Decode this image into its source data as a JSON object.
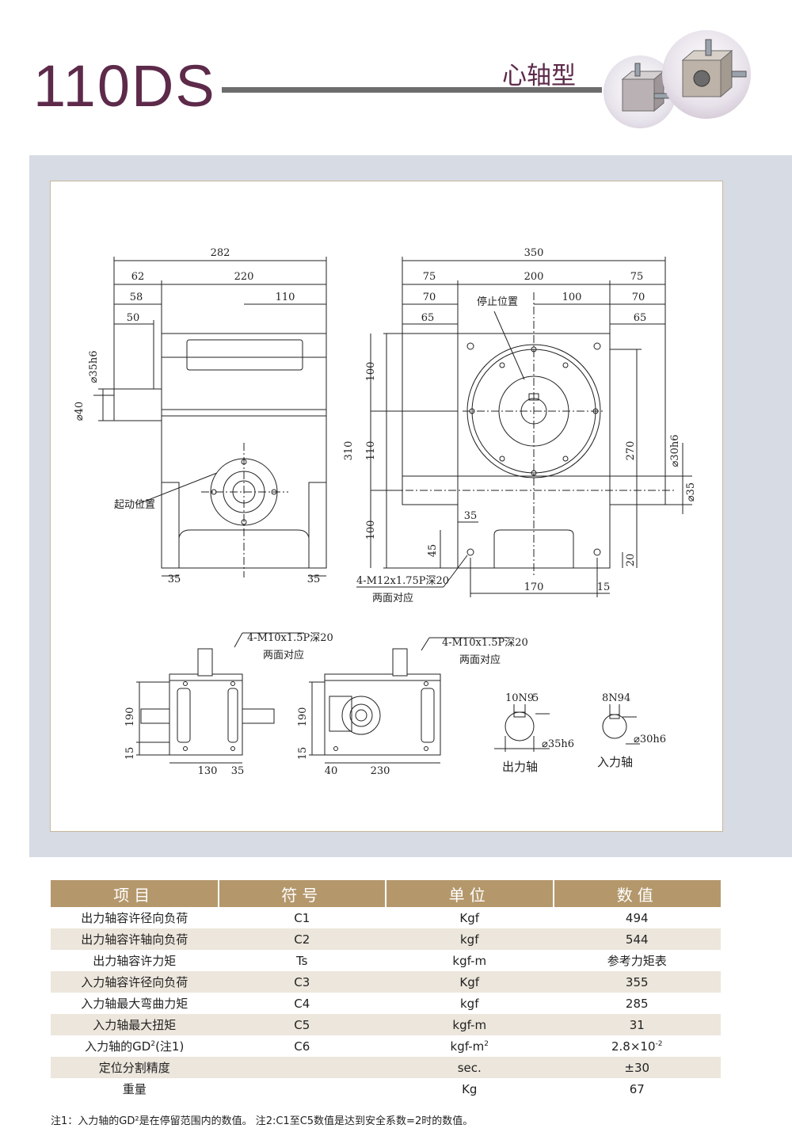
{
  "header": {
    "model": "110DS",
    "type_label": "心轴型"
  },
  "drawing": {
    "side_view": {
      "dims": [
        "282",
        "62",
        "220",
        "58",
        "110",
        "50",
        "⌀35h6",
        "⌀40",
        "35",
        "35"
      ],
      "label_start": "起动位置"
    },
    "front_view": {
      "dims": [
        "350",
        "75",
        "200",
        "75",
        "70",
        "100",
        "70",
        "65",
        "65",
        "100",
        "110",
        "100",
        "310",
        "270",
        "⌀30h6",
        "⌀35",
        "35",
        "45",
        "20",
        "170",
        "15"
      ],
      "label_stop": "停止位置",
      "note_line1": "4-M12x1.75P深20",
      "note_line2": "两面对应"
    },
    "bottom_left": {
      "dims": [
        "190",
        "15",
        "130",
        "35"
      ],
      "note_line1": "4-M10x1.5P深20",
      "note_line2": "两面对应"
    },
    "bottom_right": {
      "dims": [
        "190",
        "15",
        "40",
        "230"
      ],
      "note_line1": "4-M10x1.5P深20",
      "note_line2": "两面对应"
    },
    "output_shaft": {
      "key": "10N9",
      "depth": "5",
      "dia": "⌀35h6",
      "label": "出力轴"
    },
    "input_shaft": {
      "key": "8N9",
      "depth": "4",
      "dia": "⌀30h6",
      "label": "入力轴"
    }
  },
  "table": {
    "headers": [
      "项目",
      "符号",
      "单位",
      "数值"
    ],
    "rows": [
      {
        "item": "出力轴容许径向负荷",
        "symbol": "C1",
        "unit": "Kgf",
        "value": "494"
      },
      {
        "item": "出力轴容许轴向负荷",
        "symbol": "C2",
        "unit": "kgf",
        "value": "544"
      },
      {
        "item": "出力轴容许力矩",
        "symbol": "Ts",
        "unit": "kgf-m",
        "value": "参考力矩表"
      },
      {
        "item": "入力轴容许径向负荷",
        "symbol": "C3",
        "unit": "Kgf",
        "value": "355"
      },
      {
        "item": "入力轴最大弯曲力矩",
        "symbol": "C4",
        "unit": "kgf",
        "value": "285"
      },
      {
        "item": "入力轴最大扭矩",
        "symbol": "C5",
        "unit": "kgf-m",
        "value": "31"
      },
      {
        "item": "入力轴的GD",
        "item_sup": "2",
        "item_suffix": "(注1)",
        "symbol": "C6",
        "unit": "kgf-m",
        "unit_sup": "2",
        "value": "2.8×10",
        "value_sup": "-2"
      },
      {
        "item": "定位分割精度",
        "symbol": "",
        "unit": "sec.",
        "value": "±30"
      },
      {
        "item": "重量",
        "symbol": "",
        "unit": "Kg",
        "value": "67"
      }
    ]
  },
  "footnote": "注1：入力轴的GD²是在停留范围内的数值。   注2:C1至C5数值是达到安全系数=2时的数值。",
  "colors": {
    "title": "#5d2a4a",
    "rule": "#6d6d6d",
    "panel": "#d6dbe4",
    "table_header": "#b4986c",
    "table_stripe": "#ece6dc"
  }
}
